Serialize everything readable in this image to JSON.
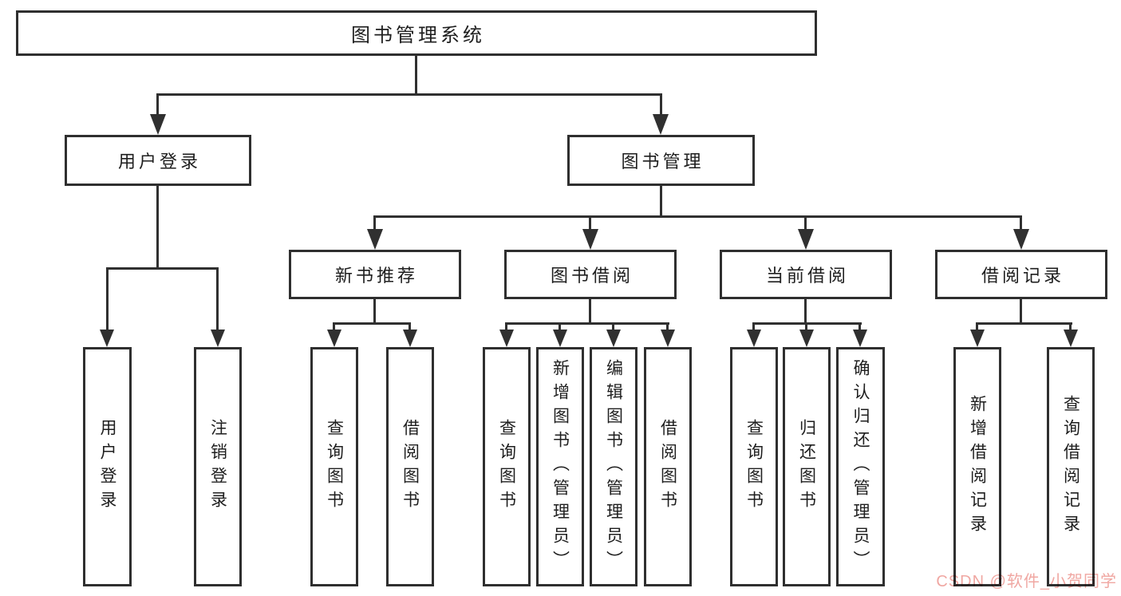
{
  "root": {
    "label": "图书管理系统"
  },
  "login": {
    "label": "用户登录",
    "children": [
      {
        "label": "用户登录"
      },
      {
        "label": "注销登录"
      }
    ]
  },
  "management": {
    "label": "图书管理",
    "sections": [
      {
        "label": "新书推荐",
        "children": [
          {
            "label": "查询图书"
          },
          {
            "label": "借阅图书"
          }
        ]
      },
      {
        "label": "图书借阅",
        "children": [
          {
            "label": "查询图书"
          },
          {
            "label": "新增图书（管理员）"
          },
          {
            "label": "编辑图书（管理员）"
          },
          {
            "label": "借阅图书"
          }
        ]
      },
      {
        "label": "当前借阅",
        "children": [
          {
            "label": "查询图书"
          },
          {
            "label": "归还图书"
          },
          {
            "label": "确认归还（管理员）"
          }
        ]
      },
      {
        "label": "借阅记录",
        "children": [
          {
            "label": "新增借阅记录"
          },
          {
            "label": "查询借阅记录"
          }
        ]
      }
    ]
  },
  "watermark": {
    "text": "CSDN @软件_小贺同学",
    "color": "#f0a7a2"
  },
  "colors": {
    "line": "#303030",
    "box_border": "#2f2f2f",
    "box_bg": "#ffffff",
    "text": "#1e1e1e",
    "background": "#ffffff"
  }
}
